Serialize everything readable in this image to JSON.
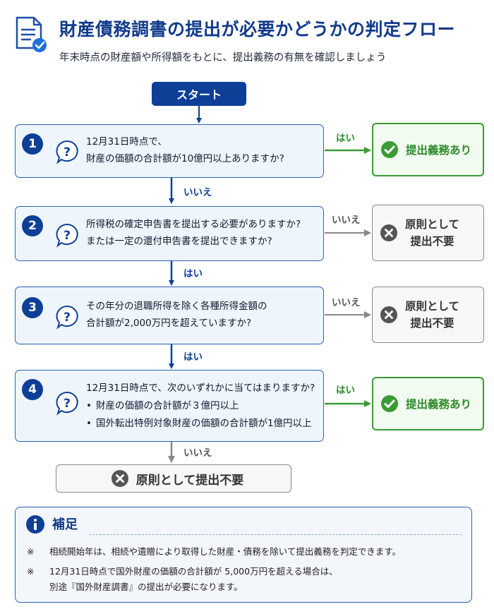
{
  "header": {
    "title": "財産債務調書の提出が必要かどうかの判定フロー",
    "subtitle": "年末時点の財産額や所得額をもとに、提出義務の有無を確認しましょう"
  },
  "start_label": "スタート",
  "questions": [
    {
      "num": "1",
      "lines": [
        "12月31日時点で、",
        "財産の価額の合計額が10億円以上ありますか?"
      ]
    },
    {
      "num": "2",
      "lines": [
        "所得税の確定申告書を提出する必要がありますか?",
        "または一定の還付申告書を提出できますか?"
      ]
    },
    {
      "num": "3",
      "lines": [
        "その年分の退職所得を除く各種所得金額の",
        "合計額が2,000万円を超えていますか?"
      ]
    },
    {
      "num": "4",
      "lines": [
        "12月31日時点で、次のいずれかに当てはまりますか?"
      ],
      "bullets": [
        "財産の価額の合計額が３億円以上",
        "国外転出特例対象財産の価額の合計額が1億円以上"
      ]
    }
  ],
  "labels": {
    "q1_yes": "はい",
    "q1_no": "いいえ",
    "q2_no": "いいえ",
    "q2_yes": "はい",
    "q3_no": "いいえ",
    "q3_yes": "はい",
    "q4_yes": "はい",
    "q4_no": "いいえ"
  },
  "results": {
    "required": "提出義務あり",
    "not_required_l1": "原則として",
    "not_required_l2": "提出不要",
    "final_not_required": "原則として提出不要"
  },
  "notes": {
    "title": "補足",
    "mark": "※",
    "item1": "相続開始年は、相続や遺贈により取得した財産・債務を除いて提出義務を判定できます。",
    "item2_l1": "12月31日時点で国外財産の価額の合計額が 5,000万円を超える場合は、",
    "item2_l2": "別途『国外財産調書』の提出が必要になります。"
  },
  "colors": {
    "primary": "#0d3f97",
    "yes_green": "#3a9b35",
    "no_gray": "#8a8a8a",
    "card_bg": "#eef5fd"
  },
  "icons": [
    "document-check-icon",
    "question-bubble-icon",
    "check-circle-icon",
    "x-circle-icon",
    "info-icon"
  ]
}
